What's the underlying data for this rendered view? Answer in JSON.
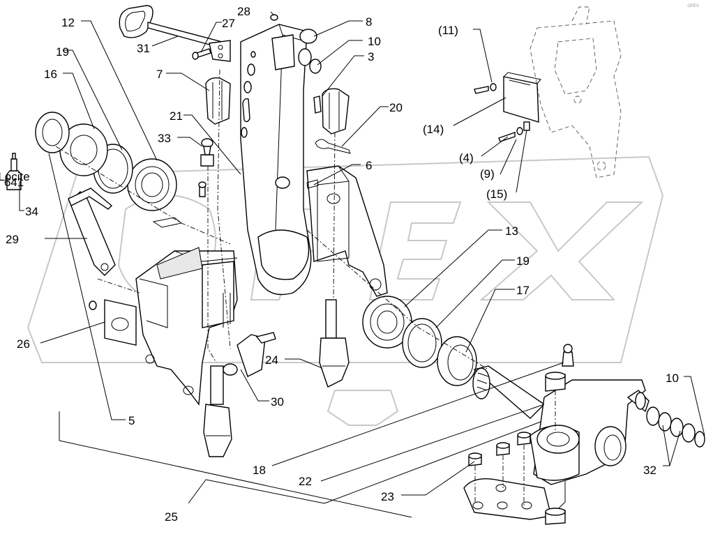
{
  "logo_text": "OPEX",
  "labels": {
    "l28": "28",
    "l8": "8",
    "l12": "12",
    "l27": "27",
    "l10a": "10",
    "l19a": "19",
    "l3": "3",
    "l31": "31",
    "l16": "16",
    "l7": "7",
    "l20": "20",
    "l21": "21",
    "l33": "33",
    "l6": "6",
    "l34": "34",
    "l29": "29",
    "l13": "13",
    "l19b": "19",
    "l17": "17",
    "l26": "26",
    "l24": "24",
    "l30": "30",
    "l5": "5",
    "l10b": "10",
    "l18": "18",
    "l32": "32",
    "l22": "22",
    "l23": "23",
    "l25": "25",
    "l11": "(11)",
    "l14": "(14)",
    "l4": "(4)",
    "l9": "(9)",
    "l15": "(15)"
  },
  "bottle_text": [
    "Locite",
    "641"
  ]
}
